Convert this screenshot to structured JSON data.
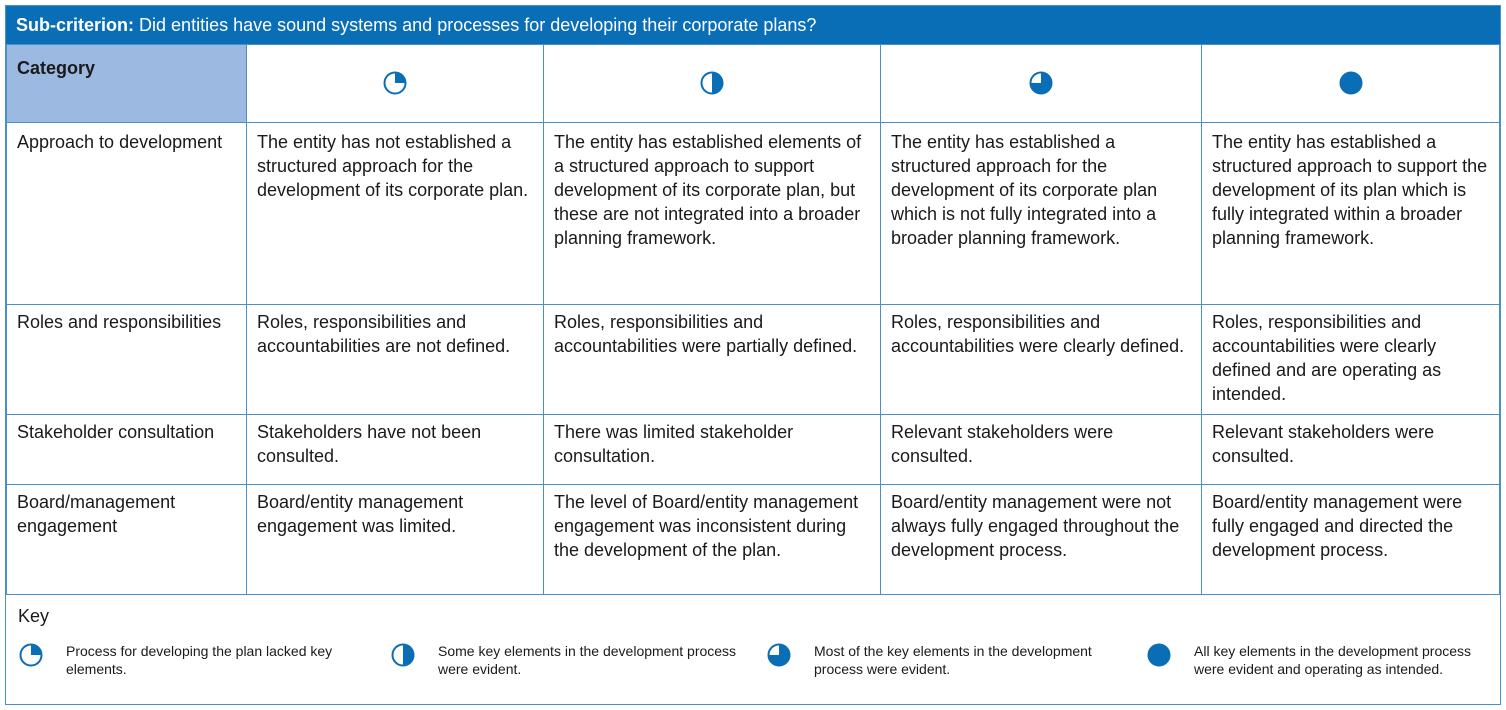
{
  "header": {
    "label": "Sub-criterion:",
    "question": "Did entities have sound systems and processes for developing their corporate plans?"
  },
  "table": {
    "category_header": "Category",
    "rating_icons": [
      "quarter-filled-circle-icon",
      "half-filled-circle-icon",
      "three-quarter-filled-circle-icon",
      "full-filled-circle-icon"
    ],
    "rows": [
      {
        "category": "Approach to development",
        "cells": [
          "The entity has not established a structured approach for the development of its corporate plan.",
          "The entity has established elements of a structured approach to support development of its corporate plan, but these are not integrated into a broader planning framework.",
          "The entity has established a structured approach for the development of its corporate plan which is not fully integrated into a broader planning framework.",
          "The entity has established a structured approach to support the development of its plan which is fully integrated within a broader planning framework."
        ]
      },
      {
        "category": "Roles and responsibilities",
        "cells": [
          "Roles, responsibilities and accountabilities are not defined.",
          "Roles, responsibilities and accountabilities were partially defined.",
          "Roles, responsibilities and accountabilities were clearly defined.",
          "Roles, responsibilities and accountabilities were clearly defined and are operating as intended."
        ]
      },
      {
        "category": "Stakeholder consultation",
        "cells": [
          "Stakeholders have not been consulted.",
          "There was limited stakeholder consultation.",
          "Relevant stakeholders were consulted.",
          "Relevant stakeholders were consulted."
        ]
      },
      {
        "category": "Board/management engagement",
        "cells": [
          "Board/entity management engagement was limited.",
          "The level of Board/entity management engagement was inconsistent during the development of the plan.",
          "Board/entity management were not always fully engaged throughout the development process.",
          "Board/entity management were fully engaged and directed the development process."
        ]
      }
    ]
  },
  "key": {
    "title": "Key",
    "items": [
      {
        "icon": "quarter-filled-circle-icon",
        "text": "Process for developing the plan lacked key elements."
      },
      {
        "icon": "half-filled-circle-icon",
        "text": "Some key elements in the development process were evident."
      },
      {
        "icon": "three-quarter-filled-circle-icon",
        "text": "Most of the key elements in the development process were evident."
      },
      {
        "icon": "full-filled-circle-icon",
        "text": "All key elements in the development process were evident and operating as intended."
      }
    ]
  },
  "colors": {
    "banner": "#0a6eb6",
    "icon": "#0a6eb6",
    "category_header_bg": "#9cb9e1",
    "grid": "#4a90c8"
  }
}
